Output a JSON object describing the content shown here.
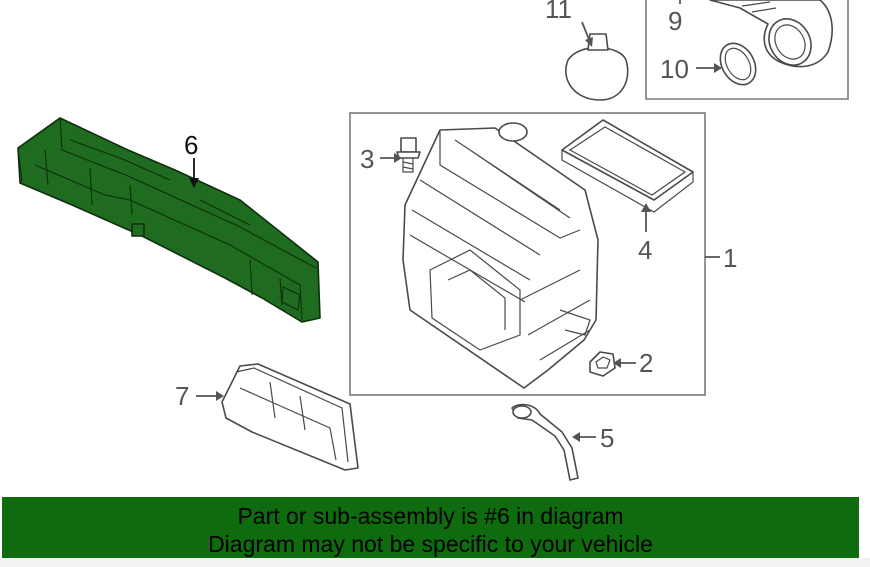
{
  "diagram": {
    "callouts": {
      "part_1": "1",
      "part_2": "2",
      "part_3": "3",
      "part_4": "4",
      "part_5": "5",
      "part_6": "6",
      "part_7": "7",
      "part_9": "9",
      "part_10": "10",
      "part_11": "11"
    },
    "highlight_color": "#1f6b1f"
  },
  "banner": {
    "line1": "Part or sub-assembly is #6 in diagram",
    "line2": "Diagram may not be specific to your vehicle",
    "background": "#0e6c0e"
  }
}
